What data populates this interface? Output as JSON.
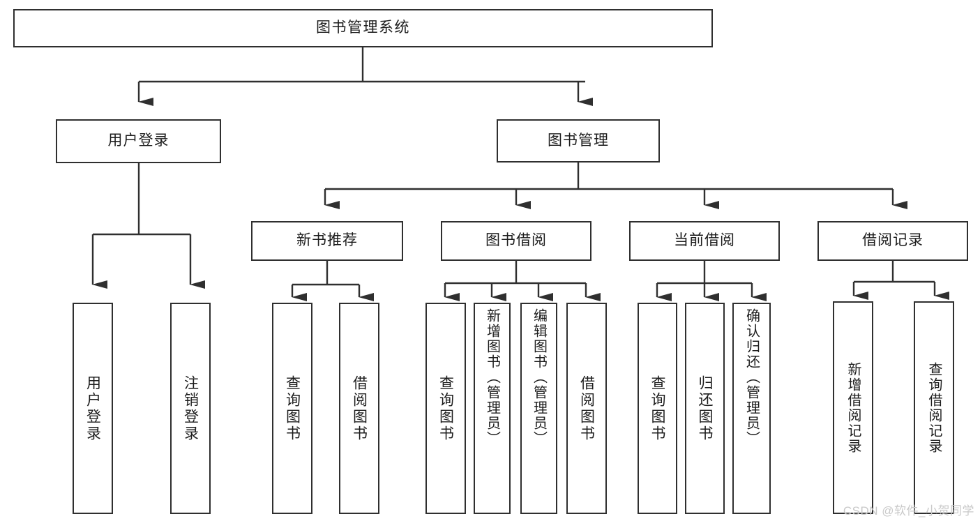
{
  "diagram": {
    "type": "tree",
    "title": "图书管理系统",
    "root": {
      "label": "图书管理系统"
    },
    "level1": [
      {
        "label": "用户登录"
      },
      {
        "label": "图书管理"
      }
    ],
    "level2": [
      {
        "label": "新书推荐"
      },
      {
        "label": "图书借阅"
      },
      {
        "label": "当前借阅"
      },
      {
        "label": "借阅记录"
      }
    ],
    "leaves": {
      "user_login": [
        {
          "label": "用户登录"
        },
        {
          "label": "注销登录"
        }
      ],
      "new_book": [
        {
          "label": "查询图书"
        },
        {
          "label": "借阅图书"
        }
      ],
      "borrow_book": [
        {
          "label": "查询图书"
        },
        {
          "label": "新增图书（管理员）"
        },
        {
          "label": "编辑图书（管理员）"
        },
        {
          "label": "借阅图书"
        }
      ],
      "current_borrow": [
        {
          "label": "查询图书"
        },
        {
          "label": "归还图书"
        },
        {
          "label": "确认归还（管理员）"
        }
      ],
      "borrow_record": [
        {
          "label": "新增借阅记录"
        },
        {
          "label": "查询借阅记录"
        }
      ]
    }
  },
  "watermark": {
    "text": "CSDN @软件_小贺同学"
  },
  "colors": {
    "border": "#2f2f2f",
    "text": "#1c1c1c",
    "background": "#ffffff",
    "watermark": "#c9c9c9"
  }
}
